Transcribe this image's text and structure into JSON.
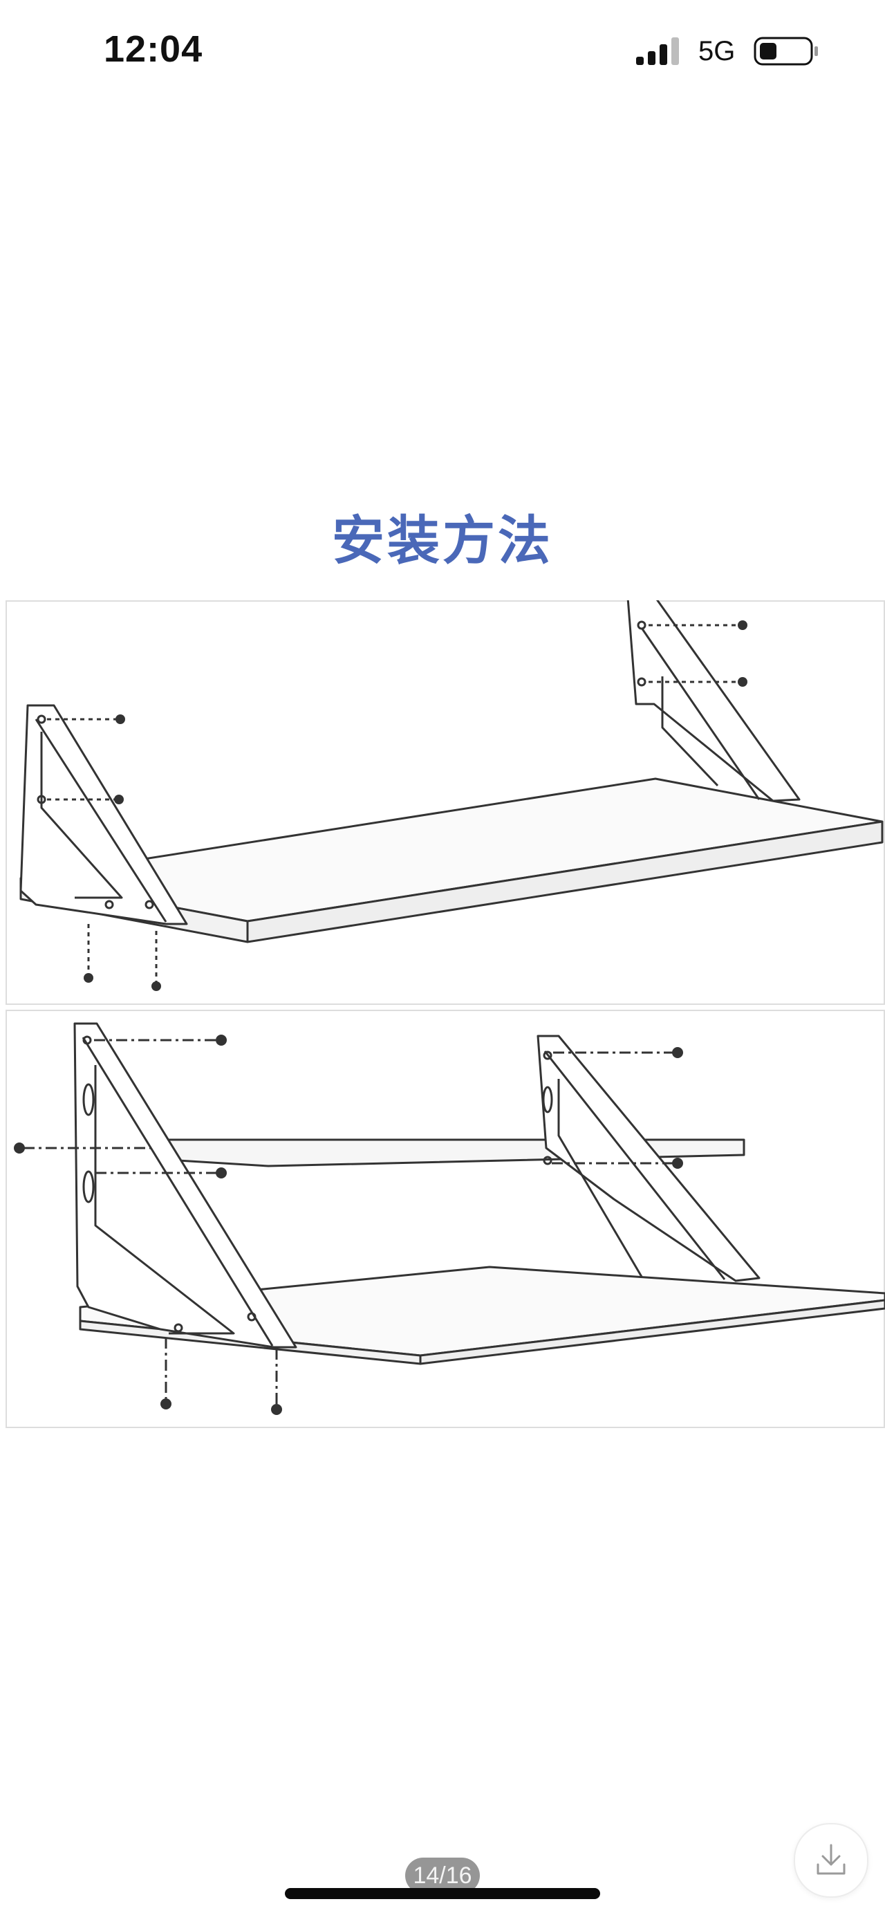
{
  "status_bar": {
    "time": "12:04",
    "network": "5G",
    "signal_icon": "signal-bars-icon",
    "battery_icon": "battery-icon"
  },
  "content": {
    "title": "安装方法",
    "title_color": "#4a68b8"
  },
  "diagrams": [
    {
      "icon": "single-shelf-installation-diagram"
    },
    {
      "icon": "double-shelf-installation-diagram"
    }
  ],
  "viewer": {
    "page_counter": "14/16",
    "download_icon": "download-icon"
  }
}
